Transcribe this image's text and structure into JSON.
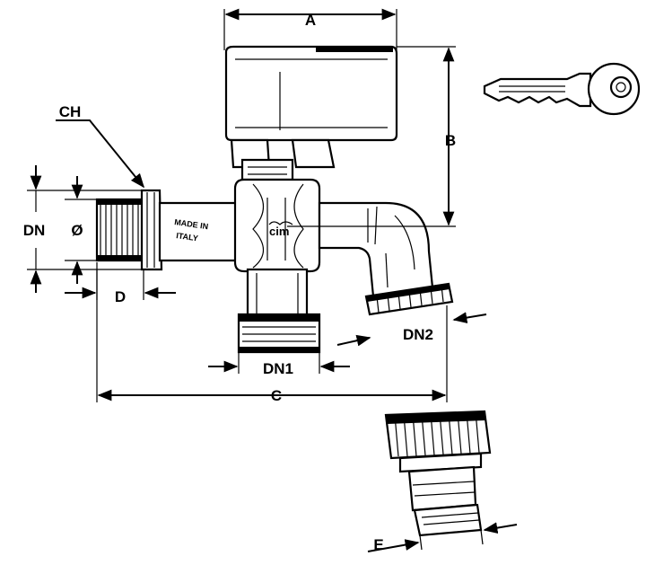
{
  "dimensions": {
    "A": "A",
    "B": "B",
    "C": "C",
    "D": "D",
    "E": "E",
    "CH": "CH",
    "DN": "DN",
    "DN1": "DN1",
    "DN2": "DN2",
    "diameter": "Ø"
  },
  "markings": {
    "made_in_line1": "MADE IN",
    "made_in_line2": "ITALY",
    "brand": "cim"
  },
  "colors": {
    "line": "#000000",
    "background": "#ffffff"
  }
}
